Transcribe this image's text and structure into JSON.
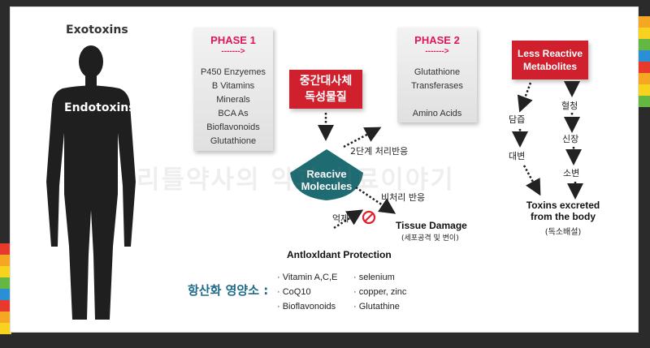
{
  "exotoxins": "Exotoxins",
  "endotoxins": "Endotoxins",
  "phase1": {
    "title": "PHASE 1",
    "arrow": "------->",
    "items": [
      "P450 Enzyemes",
      "B Vitamins",
      "Minerals",
      "BCA As",
      "Bioflavonoids",
      "Glutathione"
    ]
  },
  "phase2": {
    "title": "PHASE 2",
    "arrow": "------->",
    "items": [
      "Glutathione",
      "Transferases",
      "",
      "Amino Acids"
    ]
  },
  "intermediate": {
    "line1": "중간대사체",
    "line2": "독성물질"
  },
  "less_reactive": {
    "line1": "Less Reactive",
    "line2": "Metabolites"
  },
  "reactive": {
    "line1": "Reacive",
    "line2": "Molecules"
  },
  "second_step": "2단계 처리반응",
  "non_processed": "비처리 반응",
  "suppress": "억제",
  "tissue_damage": {
    "title": "Tissue Damage",
    "sub": "(세포공격 및 변이)"
  },
  "excretion": {
    "bile": "담즙",
    "feces": "대변",
    "serum": "혈청",
    "kidney": "신장",
    "urine": "소변",
    "title_line1": "Toxins excreted",
    "title_line2": "from the body",
    "sub": "(독소배설)"
  },
  "antioxidant": {
    "title": "Antloxldant Protection",
    "label": "항산화 영양소 :",
    "col1": [
      "· Vitamin A,C,E",
      "· CoQ10",
      "· Bioflavonoids"
    ],
    "col2": [
      "· selenium",
      "· copper, zinc",
      "· Glutathine"
    ]
  },
  "watermark": "리틀약사의 약과 치료이야기",
  "colors": {
    "accent_red": "#d0202e",
    "phase_pink": "#e0155b",
    "reactive_teal": "#1e6b72",
    "stripes": [
      "#e8392d",
      "#f5a623",
      "#f7d21e",
      "#63b742",
      "#2a8fd4"
    ]
  }
}
